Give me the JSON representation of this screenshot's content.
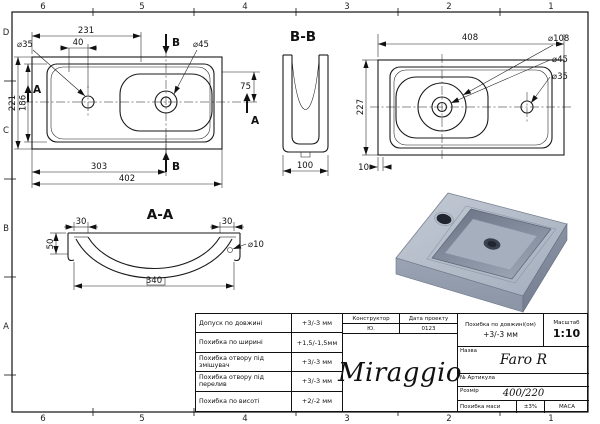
{
  "frame": {
    "top_zones": [
      "6",
      "5",
      "4",
      "3",
      "2",
      "1"
    ],
    "bottom_zones": [
      "6",
      "5",
      "4",
      "3",
      "2",
      "1"
    ],
    "left_zones": [
      "D",
      "C",
      "B",
      "A"
    ]
  },
  "plan_left": {
    "dim231": "231",
    "dim40": "40",
    "dia35": "⌀35",
    "dia45": "⌀45",
    "dim221": "221",
    "dim186": "186",
    "dim75": "75",
    "dim303": "303",
    "dim402": "402",
    "sec_b_top": "B",
    "sec_b_bottom": "B",
    "sec_a_left": "A",
    "sec_a_right": "A"
  },
  "section_bb": {
    "title": "B-B",
    "dim100": "100"
  },
  "plan_right": {
    "dim408": "408",
    "dia108": "⌀108",
    "dia45": "⌀45",
    "dia35": "⌀35",
    "dim227": "227",
    "dim10": "10"
  },
  "section_aa": {
    "title": "A-A",
    "dim50": "50",
    "dim30_left": "30",
    "dim30_right": "30",
    "dia10": "⌀10",
    "dim340": "340"
  },
  "title_block": {
    "tolerances": [
      {
        "label": "Допуск по довжині",
        "value": "+3/-3 мм"
      },
      {
        "label": "Похибка по ширині",
        "value": "+1,5/-1,5мм"
      },
      {
        "label": "Похибка отвору під змішувач",
        "value": "+3/-3 мм"
      },
      {
        "label": "Похибка отвору під перелив",
        "value": "+3/-3 мм"
      },
      {
        "label": "Похибка по висоті",
        "value": "+2/-2 мм"
      }
    ],
    "constructor_label": "Конструктор",
    "constructor_value": "Ю.",
    "date_label": "Дата проекту",
    "date_value": "0123",
    "brand": "Miraggio",
    "length_tol_label": "Похибка по довжині(ом)",
    "length_tol_value": "+3/-3 мм",
    "scale_label": "Масштаб",
    "scale_value": "1:10",
    "name_label": "Назва",
    "name_value": "Faro R",
    "article_label": "№ Артикула",
    "size_label": "Розмір",
    "size_value": "400/220",
    "mass_tol_label": "Похибка маси",
    "mass_tol_value": "±3%",
    "mass_label": "МАСА"
  },
  "colors": {
    "line": "#111111",
    "render_top": "#b7c0cd",
    "render_front": "#97a1b1",
    "render_side": "#7e8899",
    "render_bowl": "#6b7587",
    "hole": "#20252f"
  }
}
